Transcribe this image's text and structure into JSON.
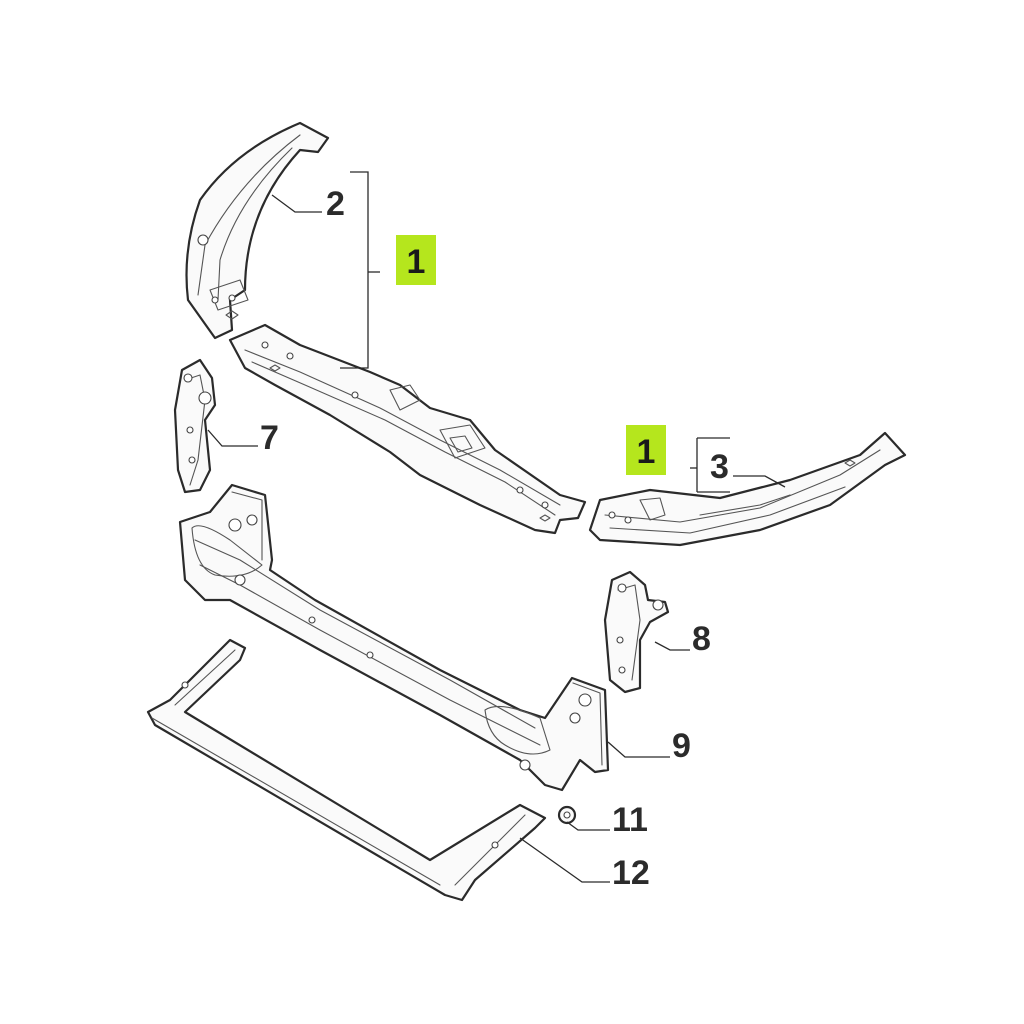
{
  "callouts": {
    "group_left": "1",
    "group_right": "1"
  },
  "parts": {
    "p2": "2",
    "p3": "3",
    "p7": "7",
    "p8": "8",
    "p9": "9",
    "p11": "11",
    "p12": "12"
  },
  "colors": {
    "callout_highlight": "#b5e61d",
    "line": "#2b2b2b"
  }
}
